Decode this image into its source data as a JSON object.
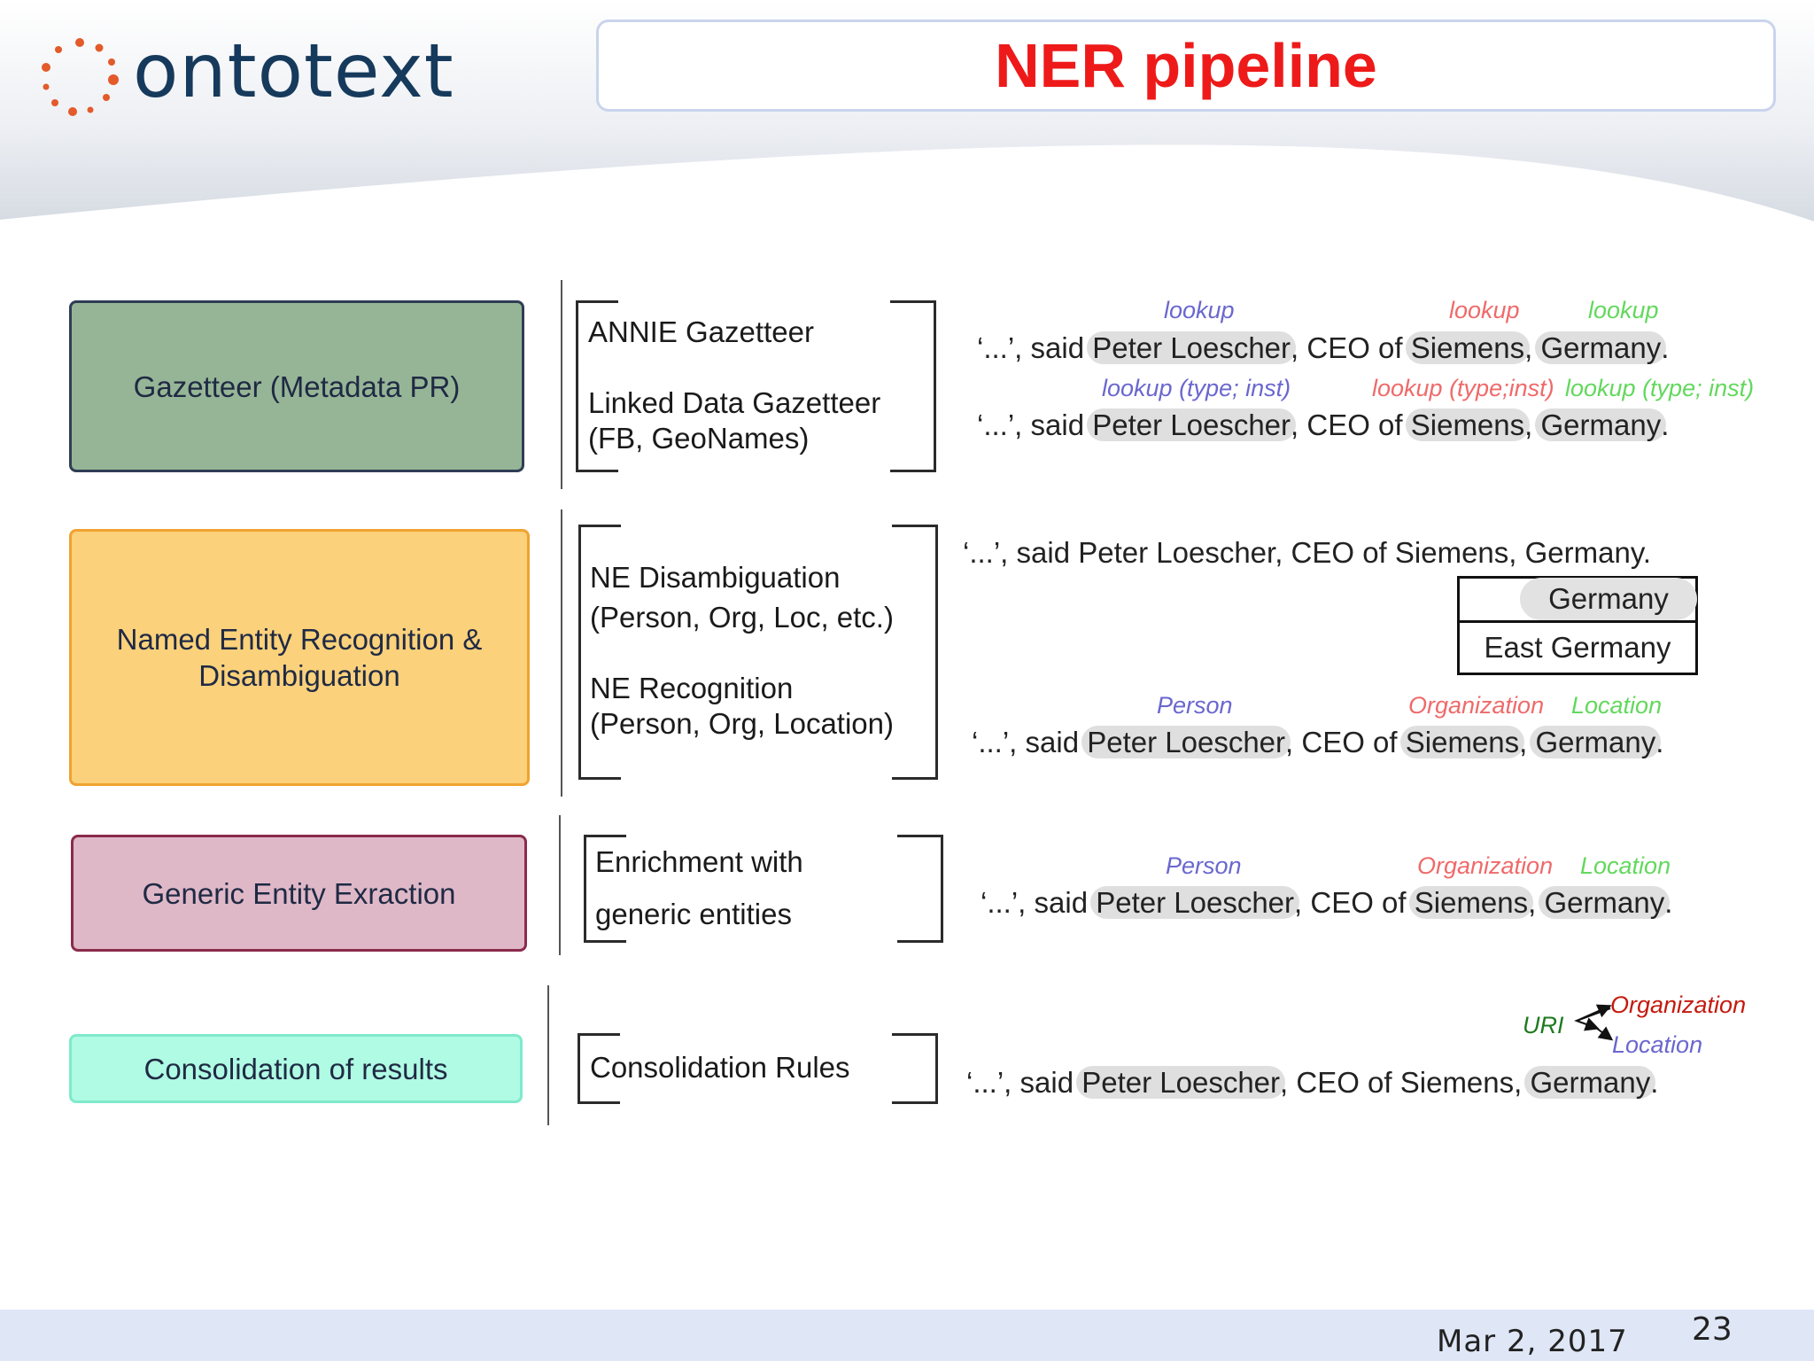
{
  "header": {
    "logo_text": "ontotext",
    "title": "NER pipeline"
  },
  "stages": [
    {
      "label": "Gazetteer (Metadata PR)"
    },
    {
      "label": "Named Entity Recognition & Disambiguation"
    },
    {
      "label": "Generic Entity Exraction"
    },
    {
      "label": "Consolidation of results"
    }
  ],
  "processes": {
    "gazetteer": {
      "line1": "ANNIE Gazetteer",
      "line2": "Linked Data Gazetteer",
      "line3": "(FB, GeoNames)"
    },
    "ner": {
      "line1": "NE Disambiguation",
      "line2": "(Person, Org, Loc, etc.)",
      "line3": "NE Recognition",
      "line4": "(Person, Org, Location)"
    },
    "generic": {
      "line1": "Enrichment with",
      "line2": "generic entities"
    },
    "consolidation": {
      "line1": "Consolidation Rules"
    }
  },
  "sentence": {
    "prefix": "‘...’, said ",
    "person": "Peter Loescher",
    "middle": ", CEO of ",
    "org": "Siemens",
    "sep": ", ",
    "loc": "Germany",
    "end": "."
  },
  "annotations": {
    "lookup": "lookup",
    "lookup_type_inst": "lookup (type; inst)",
    "lookup_type_inst_compact": "lookup (type;inst)",
    "person": "Person",
    "organization": "Organization",
    "location": "Location",
    "uri": "URI"
  },
  "disambiguation": {
    "full_sentence": "‘...’, said Peter Loescher, CEO of Siemens, Germany.",
    "options": [
      "Germany",
      "East Germany"
    ]
  },
  "footer": {
    "date": "Mar 2, 2017",
    "page_number": "23"
  },
  "colors": {
    "title": "#ee1a1a",
    "logo_dots": "#e35a2b",
    "logo_text": "#163a5c",
    "tag_blue": "#6a67cf",
    "tag_red": "#ef6a6a",
    "tag_green": "#63d85d"
  }
}
